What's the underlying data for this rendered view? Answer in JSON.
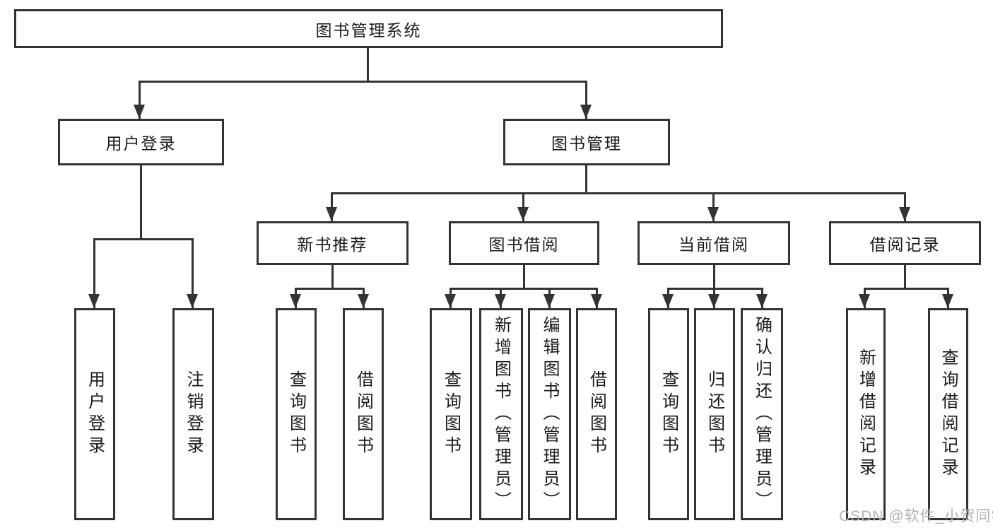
{
  "diagram": {
    "title": "图书管理系统",
    "root": {
      "label": "图书管理系统"
    },
    "branches": [
      {
        "label": "用户登录",
        "children": [
          {
            "label": "用户登录"
          },
          {
            "label": "注销登录"
          }
        ]
      },
      {
        "label": "图书管理",
        "children": [
          {
            "label": "新书推荐",
            "children": [
              {
                "label": "查询图书"
              },
              {
                "label": "借阅图书"
              }
            ]
          },
          {
            "label": "图书借阅",
            "children": [
              {
                "label": "查询图书"
              },
              {
                "label": "新增图书（管理员）"
              },
              {
                "label": "编辑图书（管理员）"
              },
              {
                "label": "借阅图书"
              }
            ]
          },
          {
            "label": "当前借阅",
            "children": [
              {
                "label": "查询图书"
              },
              {
                "label": "归还图书"
              },
              {
                "label": "确认归还（管理员）"
              }
            ]
          },
          {
            "label": "借阅记录",
            "children": [
              {
                "label": "新增借阅记录"
              },
              {
                "label": "查询借阅记录"
              }
            ]
          }
        ]
      }
    ]
  },
  "watermark": {
    "text": "CSDN @软件_小贺同学"
  },
  "colors": {
    "line": "#333333",
    "text": "#1a1a1a",
    "watermark": "#b3b3b3",
    "background": "#ffffff"
  }
}
